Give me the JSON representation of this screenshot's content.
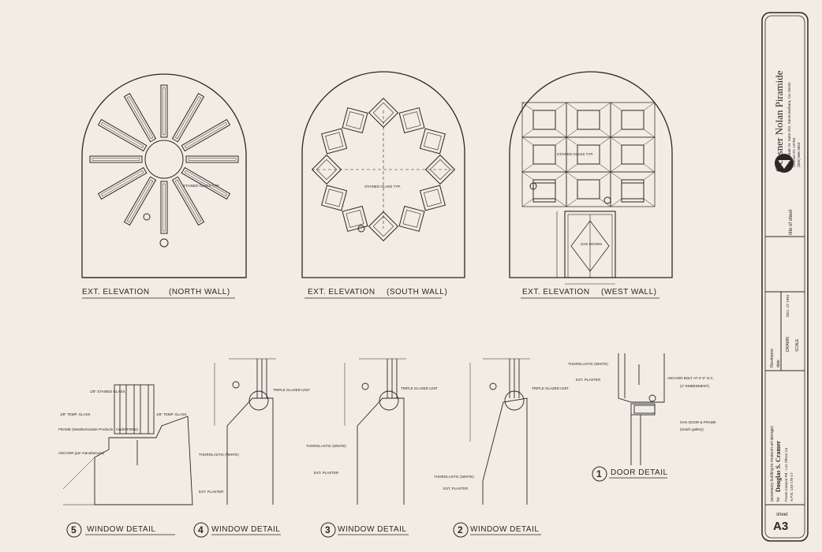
{
  "sheet": {
    "number_label": "sheet",
    "number": "A3",
    "title_label": "title of sheet"
  },
  "firm": {
    "name": "Ochsner Nolan Piramide",
    "address_line": "201 E. Main St. Suite 202, Santa Barbara, Ca. 93101",
    "license": "License #C 13793",
    "phone": "(805) 966-3554"
  },
  "project": {
    "description": "(accessory building to museum art storage)",
    "for_label": "for",
    "owner": "Douglas S. Cramer",
    "address": "Foxen Canyon Rd · Los Olivos Ca",
    "apn": "A.P.N. 133-170-17"
  },
  "title_block": {
    "revisions": "Revisions",
    "date_label": "date",
    "scale_label": "SCALE",
    "date_value": "DEC. 27 1984",
    "drawn_label": "DRAWN"
  },
  "elevations": {
    "north": {
      "title": "EXT. ELEVATION",
      "wall": "(NORTH WALL)",
      "note": "STAINED GLASS TYP."
    },
    "south": {
      "title": "EXT. ELEVATION",
      "wall": "(SOUTH WALL)",
      "note": "STAINED GLASS TYP."
    },
    "west": {
      "title": "EXT. ELEVATION",
      "wall": "(WEST WALL)",
      "note": "STAINED GLASS TYP.",
      "doors": "OAK DOORS"
    }
  },
  "details": {
    "d5": {
      "num": "5",
      "title": "WINDOW DETAIL",
      "notes": [
        "1/8\" STAINED GLASS",
        "1/8\" TEMP. GLASS",
        "1/8\" TEMP. GLASS",
        "FRAME (Weatherimaster Products - model F5002)",
        "ANCHOR (per manufacturer)"
      ]
    },
    "d4": {
      "num": "4",
      "title": "WINDOW DETAIL",
      "notes": [
        "TRIPLE GLAZED UNIT",
        "THOROLASTIC (WHITE)",
        "EXT. PLASTER"
      ]
    },
    "d3": {
      "num": "3",
      "title": "WINDOW DETAIL",
      "notes": [
        "TRIPLE GLAZED UNIT",
        "THOROLASTIC (WHITE)",
        "EXT. PLASTER"
      ]
    },
    "d2": {
      "num": "2",
      "title": "WINDOW DETAIL",
      "notes": [
        "TRIPLE GLAZED UNIT",
        "THOROLASTIC (WHITE)",
        "EXT. PLASTER"
      ]
    },
    "d1": {
      "num": "1",
      "title": "DOOR DETAIL",
      "notes": [
        "THOROLASTIC (WHITE)",
        "EXT. PLASTER",
        "ANCHOR BOLT AT 2'-0\" O.C.",
        "(4\" EMBEDMENT)",
        "OAK DOOR & FRAME",
        "(match gallery)"
      ]
    }
  }
}
